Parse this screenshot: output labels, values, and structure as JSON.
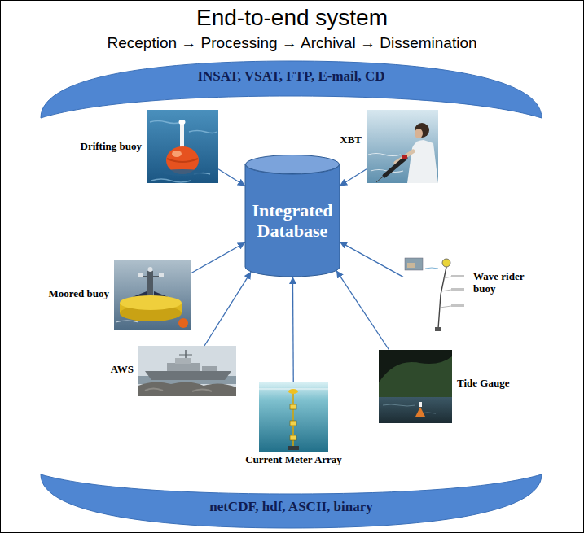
{
  "diagram": {
    "title": "End-to-end system",
    "nodes": [
      {
        "text": [
          "INSAT, VSAT, FTP, E-mail, CD"
        ]
      },
      {
        "text": [
          "Drifting buoy"
        ]
      },
      {
        "text": [
          "XBT"
        ]
      },
      {
        "text": [
          "Moored buoy"
        ]
      },
      {
        "text": [
          "Integrated Database"
        ]
      },
      {
        "text": [
          "Wave rider buoy"
        ]
      },
      {
        "text": [
          "AWS"
        ]
      },
      {
        "text": [
          "Tide Gauge"
        ]
      },
      {
        "text": [
          "Current Meter Array"
        ]
      },
      {
        "text": [
          "netCDF, hdf, ASCII, binary"
        ]
      }
    ],
    "edges": [
      {
        "from": 1,
        "to": 4,
        "arrow": "to"
      },
      {
        "from": 2,
        "to": 4,
        "arrow": "to"
      },
      {
        "from": 3,
        "to": 4,
        "arrow": "to"
      },
      {
        "from": 5,
        "to": 4,
        "arrow": "to"
      },
      {
        "from": 6,
        "to": 4,
        "arrow": "to"
      },
      {
        "from": 7,
        "to": 4,
        "arrow": "to"
      },
      {
        "from": 8,
        "to": 4,
        "arrow": "to"
      }
    ],
    "labels": [
      "Reception → Processing → Archival → Dissemination"
    ]
  }
}
